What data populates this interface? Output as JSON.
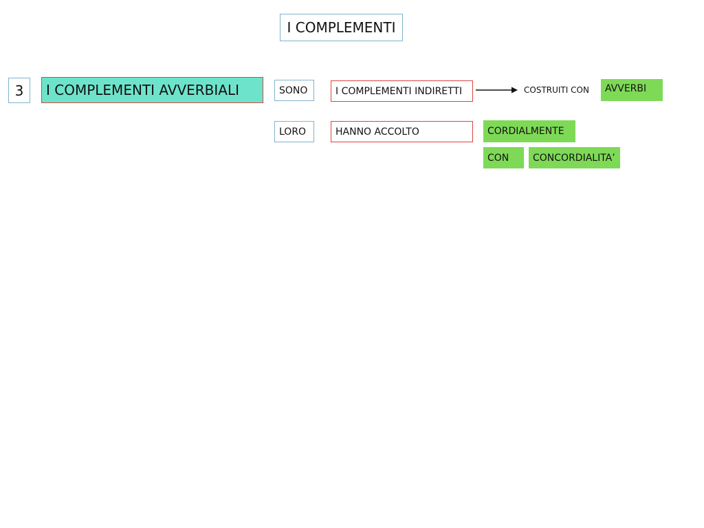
{
  "title": "I COMPLEMENTI",
  "number": "3",
  "main_heading": "I COMPLEMENTI AVVERBIALI",
  "row1": {
    "label": "SONO",
    "definition": "I COMPLEMENTI INDIRETTI",
    "connector": "COSTRUITI CON",
    "result": "AVVERBI"
  },
  "row2": {
    "subject": "LORO",
    "verb": "HANNO ACCOLTO",
    "adverb": "CORDIALMENTE",
    "preposition": "CON",
    "noun": "CONCORDIALITA’"
  },
  "colors": {
    "heading_fill": "#6ee3cc",
    "green_fill": "#7ed957",
    "red_border": "#d9443b",
    "blue_border": "#7fb3cc"
  },
  "icons": {
    "connector_arrow": "right-arrow-icon"
  }
}
